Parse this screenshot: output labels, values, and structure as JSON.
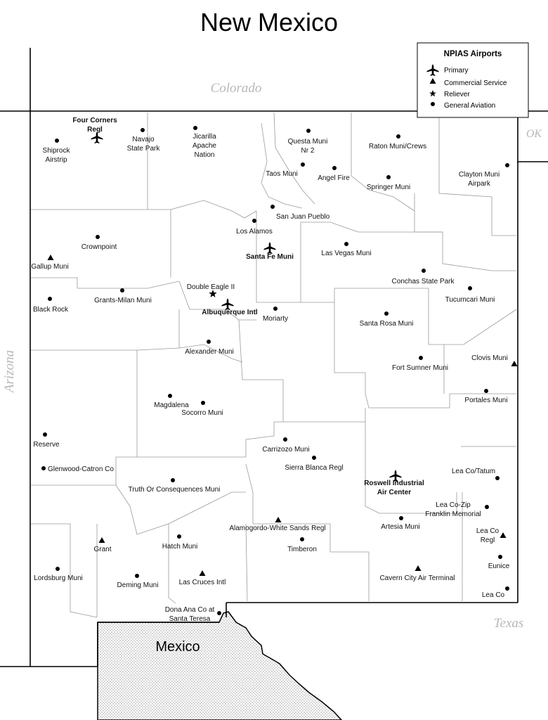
{
  "title": "New Mexico",
  "country_label": "Mexico",
  "neighbors": {
    "colorado": "Colorado",
    "oklahoma": "OK",
    "arizona": "Arizona",
    "texas": "Texas"
  },
  "legend": {
    "title": "NPIAS Airports",
    "items": [
      {
        "type": "primary",
        "label": "Primary",
        "icon": "plane-icon"
      },
      {
        "type": "commercial",
        "label": "Commercial Service",
        "icon": "triangle-icon"
      },
      {
        "type": "reliever",
        "label": "Reliever",
        "icon": "star-icon"
      },
      {
        "type": "general",
        "label": "General Aviation",
        "icon": "dot-icon"
      }
    ]
  },
  "airports": [
    {
      "id": "four-corners",
      "lines": [
        "Four Corners",
        "Regl"
      ],
      "type": "primary",
      "bold": true
    },
    {
      "id": "shiprock",
      "lines": [
        "Shiprock",
        "Airstrip"
      ],
      "type": "general"
    },
    {
      "id": "navajo",
      "lines": [
        "Navajo",
        "State Park"
      ],
      "type": "general"
    },
    {
      "id": "jicarilla",
      "lines": [
        "Jicarilla",
        "Apache",
        "Nation"
      ],
      "type": "general"
    },
    {
      "id": "questa",
      "lines": [
        "Questa Muni",
        "Nr 2"
      ],
      "type": "general"
    },
    {
      "id": "raton",
      "lines": [
        "Raton Muni/Crews"
      ],
      "type": "general"
    },
    {
      "id": "taos",
      "lines": [
        "Taos Muni"
      ],
      "type": "general"
    },
    {
      "id": "angel-fire",
      "lines": [
        "Angel Fire"
      ],
      "type": "general"
    },
    {
      "id": "springer",
      "lines": [
        "Springer Muni"
      ],
      "type": "general"
    },
    {
      "id": "clayton",
      "lines": [
        "Clayton Muni",
        "Airpark"
      ],
      "type": "general"
    },
    {
      "id": "san-juan-pueblo",
      "lines": [
        "San Juan Pueblo"
      ],
      "type": "general"
    },
    {
      "id": "los-alamos",
      "lines": [
        "Los Alamos"
      ],
      "type": "general"
    },
    {
      "id": "santa-fe",
      "lines": [
        "Santa Fe Muni"
      ],
      "type": "primary",
      "bold": true
    },
    {
      "id": "las-vegas",
      "lines": [
        "Las Vegas Muni"
      ],
      "type": "general"
    },
    {
      "id": "crownpoint",
      "lines": [
        "Crownpoint"
      ],
      "type": "general"
    },
    {
      "id": "gallup",
      "lines": [
        "Gallup Muni"
      ],
      "type": "commercial"
    },
    {
      "id": "conchas",
      "lines": [
        "Conchas State Park"
      ],
      "type": "general"
    },
    {
      "id": "double-eagle",
      "lines": [
        "Double Eagle II"
      ],
      "type": "reliever"
    },
    {
      "id": "grants",
      "lines": [
        "Grants-Milan Muni"
      ],
      "type": "general"
    },
    {
      "id": "tucumcari",
      "lines": [
        "Tucumcari Muni"
      ],
      "type": "general"
    },
    {
      "id": "black-rock",
      "lines": [
        "Black Rock"
      ],
      "type": "general"
    },
    {
      "id": "albuquerque",
      "lines": [
        "Albuquerque Intl"
      ],
      "type": "primary",
      "bold": true
    },
    {
      "id": "moriarty",
      "lines": [
        "Moriarty"
      ],
      "type": "general"
    },
    {
      "id": "santa-rosa",
      "lines": [
        "Santa Rosa Muni"
      ],
      "type": "general"
    },
    {
      "id": "alexander",
      "lines": [
        "Alexander Muni"
      ],
      "type": "general"
    },
    {
      "id": "clovis",
      "lines": [
        "Clovis Muni"
      ],
      "type": "commercial"
    },
    {
      "id": "fort-sumner",
      "lines": [
        "Fort Sumner Muni"
      ],
      "type": "general"
    },
    {
      "id": "portales",
      "lines": [
        "Portales Muni"
      ],
      "type": "general"
    },
    {
      "id": "magdalena",
      "lines": [
        "Magdalena"
      ],
      "type": "general"
    },
    {
      "id": "socorro",
      "lines": [
        "Socorro Muni"
      ],
      "type": "general"
    },
    {
      "id": "reserve",
      "lines": [
        "Reserve"
      ],
      "type": "general"
    },
    {
      "id": "carrizozo",
      "lines": [
        "Carrizozo Muni"
      ],
      "type": "general"
    },
    {
      "id": "sierra-blanca",
      "lines": [
        "Sierra Blanca Regl"
      ],
      "type": "general"
    },
    {
      "id": "glenwood",
      "lines": [
        "Glenwood-Catron Co"
      ],
      "type": "general"
    },
    {
      "id": "lea-tatum",
      "lines": [
        "Lea Co/Tatum"
      ],
      "type": "general"
    },
    {
      "id": "roswell",
      "lines": [
        "Roswell Industrial",
        "Air Center"
      ],
      "type": "primary",
      "bold": true
    },
    {
      "id": "truth-or-consequences",
      "lines": [
        "Truth Or Consequences Muni"
      ],
      "type": "general"
    },
    {
      "id": "lea-zip",
      "lines": [
        "Lea Co-Zip",
        "Franklin Memorial"
      ],
      "type": "general"
    },
    {
      "id": "artesia",
      "lines": [
        "Artesia Muni"
      ],
      "type": "general"
    },
    {
      "id": "alamogordo",
      "lines": [
        "Alamogordo-White Sands Regl"
      ],
      "type": "commercial"
    },
    {
      "id": "lea-regl",
      "lines": [
        "Lea Co",
        "Regl"
      ],
      "type": "commercial"
    },
    {
      "id": "grant",
      "lines": [
        "Grant"
      ],
      "type": "commercial"
    },
    {
      "id": "hatch",
      "lines": [
        "Hatch Muni"
      ],
      "type": "general"
    },
    {
      "id": "timberon",
      "lines": [
        "Timberon"
      ],
      "type": "general"
    },
    {
      "id": "eunice",
      "lines": [
        "Eunice"
      ],
      "type": "general"
    },
    {
      "id": "lordsburg",
      "lines": [
        "Lordsburg Muni"
      ],
      "type": "general"
    },
    {
      "id": "deming",
      "lines": [
        "Deming Muni"
      ],
      "type": "general"
    },
    {
      "id": "las-cruces",
      "lines": [
        "Las Cruces Intl"
      ],
      "type": "commercial"
    },
    {
      "id": "cavern-city",
      "lines": [
        "Cavern City Air Terminal"
      ],
      "type": "commercial"
    },
    {
      "id": "lea-co",
      "lines": [
        "Lea Co"
      ],
      "type": "general"
    },
    {
      "id": "dona-ana",
      "lines": [
        "Dona Ana Co at",
        "Santa Teresa"
      ],
      "type": "general"
    }
  ]
}
